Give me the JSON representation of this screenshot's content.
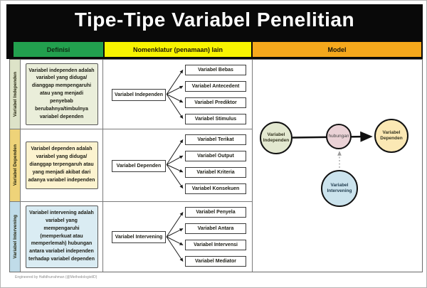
{
  "title": "Tipe-Tipe Variabel Penelitian",
  "headers": {
    "definisi": "Definisi",
    "nomenklatur": "Nomenklatur (penamaan) lain",
    "model": "Model"
  },
  "rows": [
    {
      "strip_label": "Variabel Independen",
      "definition": "Variabel independen adalah variabel yang diduga/ dianggap mempengaruhi atau yang menjadi penyebab berubahnya/timbulnya variabel dependen",
      "node_label": "Variabel Independen",
      "aliases": [
        "Variabel Bebas",
        "Variabel Antecedent",
        "Variabel Prediktor",
        "Variabel Stimulus"
      ],
      "colors": {
        "strip": "#dde3c8",
        "definition_bg": "#eaeeda"
      }
    },
    {
      "strip_label": "Variabel Dependen",
      "definition": "Variabel dependen adalah variabel yang diduga/ dianggap terpengaruh atau yang menjadi akibat dari adanya variabel independen",
      "node_label": "Variabel Dependen",
      "aliases": [
        "Variabel Terikat",
        "Variabel Output",
        "Variabel Kriteria",
        "Variabel Konsekuen"
      ],
      "colors": {
        "strip": "#eed379",
        "definition_bg": "#fcf3cf"
      }
    },
    {
      "strip_label": "Variabel Intervening",
      "definition": "Variabel intervening adalah variabel yang mempengaruhi (memperkuat atau memperlemah) hubungan antara variabel independen terhadap variabel dependen",
      "node_label": "Variabel Intervening",
      "aliases": [
        "Variabel Penyela",
        "Variabel Antara",
        "Variabel Intervensi",
        "Variabel Mediator"
      ],
      "colors": {
        "strip": "#c0dce9",
        "definition_bg": "#daecf3"
      }
    }
  ],
  "model_diagram": {
    "nodes": [
      {
        "id": "independen",
        "label": "Variabel Independen",
        "fill": "#e3e8d0"
      },
      {
        "id": "hubungan",
        "label": "hubungan",
        "fill": "#ead2d6"
      },
      {
        "id": "dependen",
        "label": "Variabel Dependen",
        "fill": "#fbe8b4"
      },
      {
        "id": "intervening",
        "label": "Variabel Intervening",
        "fill": "#cbe3ed"
      }
    ],
    "relations": [
      {
        "from": "Variabel Independen",
        "to": "Variabel Dependen",
        "via": "hubungan",
        "style": "solid-arrow"
      },
      {
        "from": "Variabel Intervening",
        "to": "hubungan",
        "style": "dotted-arrow"
      }
    ]
  },
  "footer": "Engineered by Hafidhurrahman (@MethodologistID)",
  "colors": {
    "band_bg": "#090909",
    "header_definisi": "#22a04e",
    "header_nomenklatur": "#f8f400",
    "header_model": "#f5a81c",
    "title_text": "#ffffff"
  }
}
